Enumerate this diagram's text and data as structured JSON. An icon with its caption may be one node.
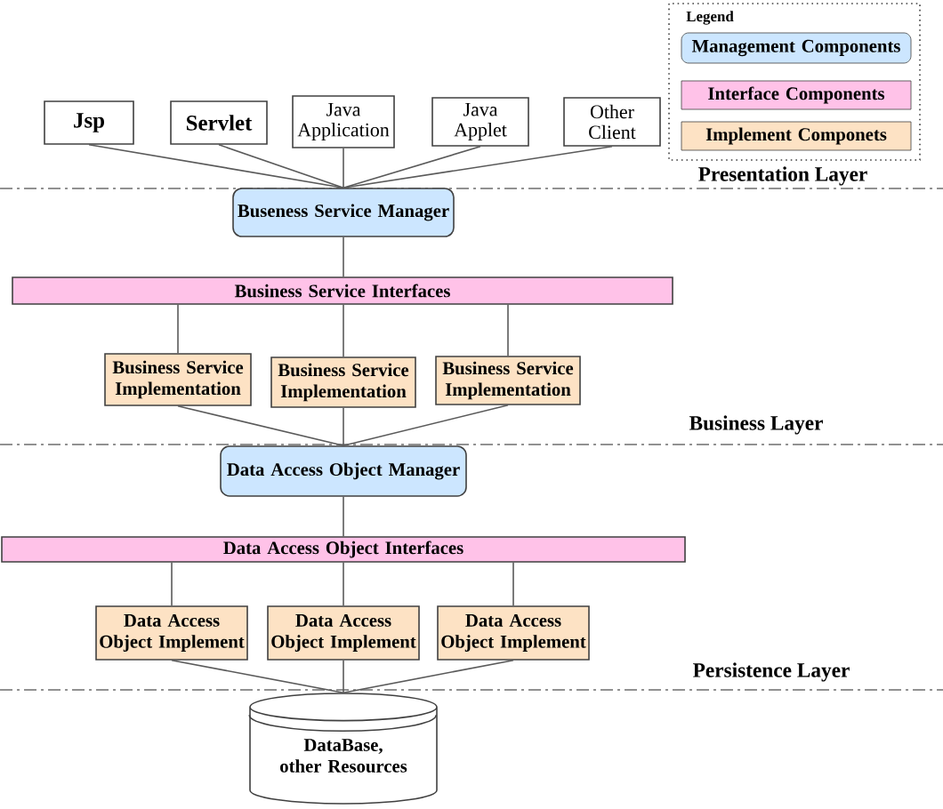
{
  "diagram": {
    "nodes": [
      {
        "text": [
          "Jsp"
        ]
      },
      {
        "text": [
          "Servlet"
        ]
      },
      {
        "text": [
          "Java Application"
        ]
      },
      {
        "text": [
          "Java Applet"
        ]
      },
      {
        "text": [
          "Other Client"
        ]
      },
      {
        "text": [
          "Buseness Service Manager"
        ]
      },
      {
        "text": [
          "Business Service Interfaces"
        ]
      },
      {
        "text": [
          "Business Service Implementation"
        ]
      },
      {
        "text": [
          "Business Service Implementation"
        ]
      },
      {
        "text": [
          "Business Service Implementation"
        ]
      },
      {
        "text": [
          "Data Access Object Manager"
        ]
      },
      {
        "text": [
          "Data Access Object Interfaces"
        ]
      },
      {
        "text": [
          "Data Access Object Implement"
        ]
      },
      {
        "text": [
          "Data Access Object Implement"
        ]
      },
      {
        "text": [
          "Data Access Object Implement"
        ]
      },
      {
        "text": [
          "DataBase, other Resources"
        ]
      }
    ],
    "edges": [
      {
        "from": 0,
        "to": 5,
        "arrow": "none"
      },
      {
        "from": 1,
        "to": 5,
        "arrow": "none"
      },
      {
        "from": 2,
        "to": 5,
        "arrow": "none"
      },
      {
        "from": 3,
        "to": 5,
        "arrow": "none"
      },
      {
        "from": 4,
        "to": 5,
        "arrow": "none"
      },
      {
        "from": 5,
        "to": 6,
        "arrow": "none"
      },
      {
        "from": 6,
        "to": 7,
        "arrow": "none"
      },
      {
        "from": 6,
        "to": 8,
        "arrow": "none"
      },
      {
        "from": 6,
        "to": 9,
        "arrow": "none"
      },
      {
        "from": 7,
        "to": 10,
        "arrow": "none"
      },
      {
        "from": 8,
        "to": 10,
        "arrow": "none"
      },
      {
        "from": 9,
        "to": 10,
        "arrow": "none"
      },
      {
        "from": 10,
        "to": 11,
        "arrow": "none"
      },
      {
        "from": 11,
        "to": 12,
        "arrow": "none"
      },
      {
        "from": 11,
        "to": 13,
        "arrow": "none"
      },
      {
        "from": 11,
        "to": 14,
        "arrow": "none"
      },
      {
        "from": 12,
        "to": 15,
        "arrow": "none"
      },
      {
        "from": 13,
        "to": 15,
        "arrow": "none"
      },
      {
        "from": 14,
        "to": 15,
        "arrow": "none"
      }
    ],
    "labels": [
      "Legend",
      "Presentation Layer",
      "Business Layer",
      "Persistence Layer"
    ],
    "legend": [
      {
        "text": "Management Components",
        "color": "#cce6ff"
      },
      {
        "text": "Interface Components",
        "color": "#ffc2e8"
      },
      {
        "text": "Implement Componets",
        "color": "#fde2c4"
      }
    ]
  }
}
